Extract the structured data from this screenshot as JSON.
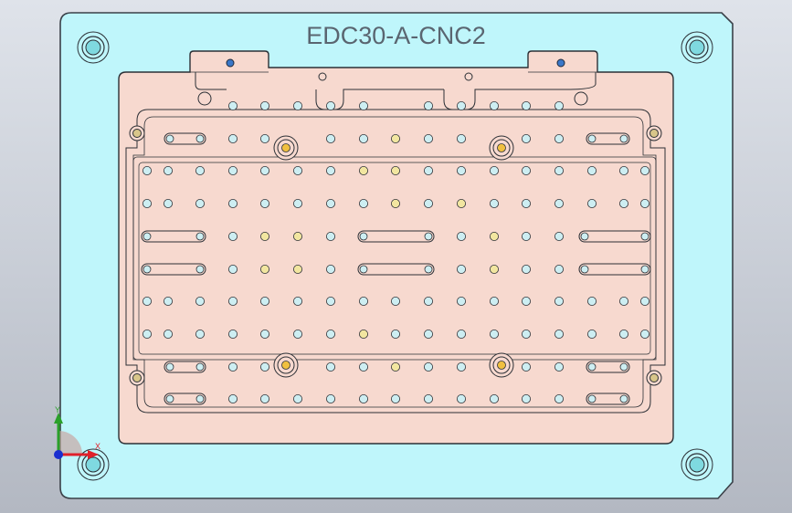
{
  "drawing": {
    "part_label": "EDC30-A-CNC2"
  },
  "colors": {
    "base_plate": "#bff6fb",
    "base_plate_stroke": "#3a4048",
    "fixture_plate": "#f7d9cf",
    "hole_fill": "#cdeef2",
    "hole_yellow": "#f2e6a0",
    "locator_fill": "#f0c040",
    "edge_stroke": "#2c3036",
    "axis_x": "#e0202a",
    "axis_y": "#2aa02a",
    "axis_z": "#1a2fd0"
  },
  "icons": {
    "axis_triad": "xyz-axis-triad-icon",
    "axis_labels": [
      "X",
      "Y"
    ]
  }
}
